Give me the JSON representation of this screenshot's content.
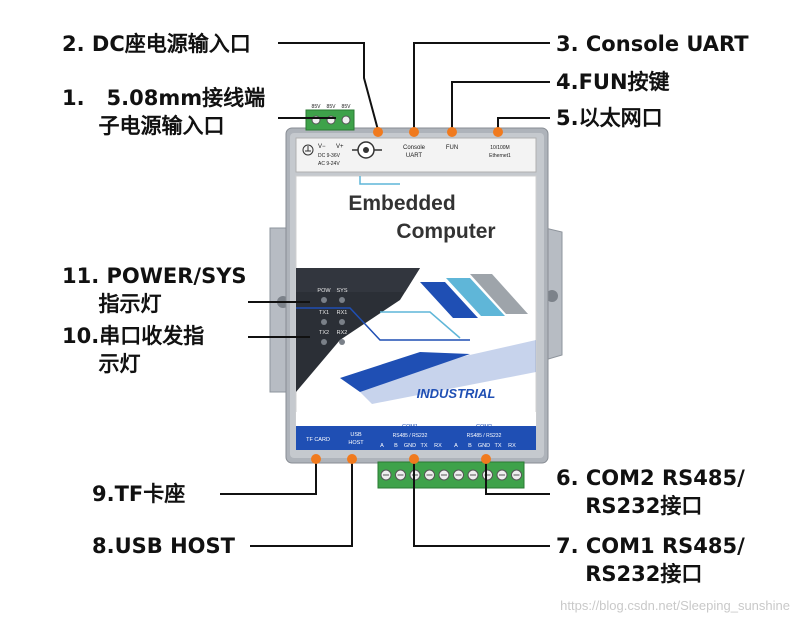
{
  "device": {
    "title_line1": "Embedded",
    "title_line2": "Computer",
    "brand_band": "INDUSTRIAL",
    "top_labels": {
      "power_v_minus": "V−",
      "power_v_plus": "V+",
      "power_dc": "DC  9-36V",
      "power_ac": "AC  9-24V",
      "console_line1": "Console",
      "console_line2": "UART",
      "fun": "FUN",
      "eth_line1": "10/100M",
      "eth_line2": "Ethernet1"
    },
    "leds": [
      "POW",
      "SYS",
      "TX1",
      "RX1",
      "TX2",
      "RX2"
    ],
    "bottom_labels": {
      "tf": "TF CARD",
      "usb_line1": "USB",
      "usb_line2": "HOST",
      "com1": "COM1",
      "com2": "COM2",
      "rs_line": "RS485 / RS232",
      "pins_com1": [
        "A",
        "B",
        "GND",
        "TX",
        "RX"
      ],
      "pins_com2": [
        "A",
        "B",
        "GND",
        "TX",
        "RX"
      ]
    },
    "terminal_top_labels": [
      "85V",
      "85V",
      "85V"
    ]
  },
  "callouts": [
    {
      "id": "dc-jack",
      "text": "2. DC座电源输入口"
    },
    {
      "id": "terminal-power",
      "text": "1.   5.08mm接线端\n     子电源输入口"
    },
    {
      "id": "console",
      "text": "3. Console UART"
    },
    {
      "id": "fun",
      "text": "4.FUN按键"
    },
    {
      "id": "ethernet",
      "text": "5.以太网口"
    },
    {
      "id": "power-sys",
      "text": "11. POWER/SYS\n     指示灯"
    },
    {
      "id": "serial-leds",
      "text": "10.串口收发指\n     示灯"
    },
    {
      "id": "tf",
      "text": "9.TF卡座"
    },
    {
      "id": "usb",
      "text": "8.USB HOST"
    },
    {
      "id": "com2",
      "text": "6. COM2 RS485/\n    RS232接口"
    },
    {
      "id": "com1",
      "text": "7. COM1 RS485/\n    RS232接口"
    }
  ],
  "watermark": "https://blog.csdn.net/Sleeping_sunshine",
  "colors": {
    "leader": "#111111",
    "dot": "#f07a1e",
    "accent_blue": "#1f4fb4",
    "dark_panel": "#2b2f36",
    "terminal_green": "#3ea24a"
  }
}
